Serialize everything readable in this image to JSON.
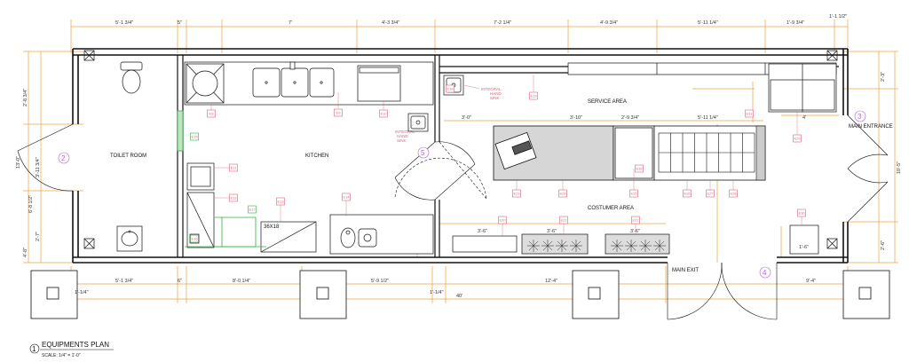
{
  "rooms": {
    "toilet": "TOILET ROOM",
    "kitchen": "KITCHEN",
    "service": "SERVICE AREA",
    "costumer": "COSTUMER AREA",
    "main_entrance": "MAIN ENTRANCE",
    "main_exit": "MAIN EXIT"
  },
  "equipment": {
    "sink_size": "36X18",
    "hand_sink_1": [
      "INTEGRAL",
      "HAND",
      "SINK"
    ],
    "hand_sink_2": [
      "INTEGRAL",
      "HAND",
      "SINK"
    ]
  },
  "markers": [
    "1",
    "2",
    "3",
    "4",
    "5"
  ],
  "top_dims": [
    "5'-1 3/4\"",
    "5\"",
    "7'",
    "4'-3 3/4\"",
    "7'-2 1/4\"",
    "4'-9 3/4\"",
    "5'-11 1/4\"",
    "1'-9 3/4\"",
    "1'-1 1/2\""
  ],
  "inner_dims": [
    "3'-0\"",
    "3'-10\"",
    "2'-9 3/4\"",
    "5'-11 1/4\"",
    "4'"
  ],
  "bottom_dims": [
    "1'-1/4\"",
    "5'-1 3/4\"",
    "6\"",
    "8'-0 1/4\"",
    "5'-9 1/2\"",
    "1'-1/4\"",
    "12'-4\"",
    "9'-4\"",
    "40'"
  ],
  "left_dims": [
    "2'-8 3/4\"",
    "3'-11 3/4\"",
    "13'-0\"",
    "6'-8 1/2\"",
    "2'-7\"",
    "4'-8\""
  ],
  "right_dims": [
    "2'-3\"",
    "10'-5\"",
    "2'-6\""
  ],
  "counter_dims": [
    "3'-6\"",
    "3'-6\"",
    "3'-6\"",
    "1'-6\""
  ],
  "tags": [
    "E8",
    "E9",
    "E10",
    "E11",
    "E12",
    "E13",
    "E14",
    "E15",
    "E16",
    "E17",
    "E18",
    "E19",
    "E20",
    "E21",
    "E22",
    "E23",
    "E24",
    "E25",
    "E26",
    "E27",
    "E28",
    "E29",
    "E30",
    "E31",
    "E32"
  ],
  "drawing_title": "EQUIPMENTS PLAN",
  "scale": "SCALE: 1/4\" = 1'-0\"",
  "colors": {
    "wall": "#111111",
    "dimension": "#f0a040",
    "tag": "#e0607a",
    "marker": "#b060e0",
    "green": "#30b040"
  }
}
